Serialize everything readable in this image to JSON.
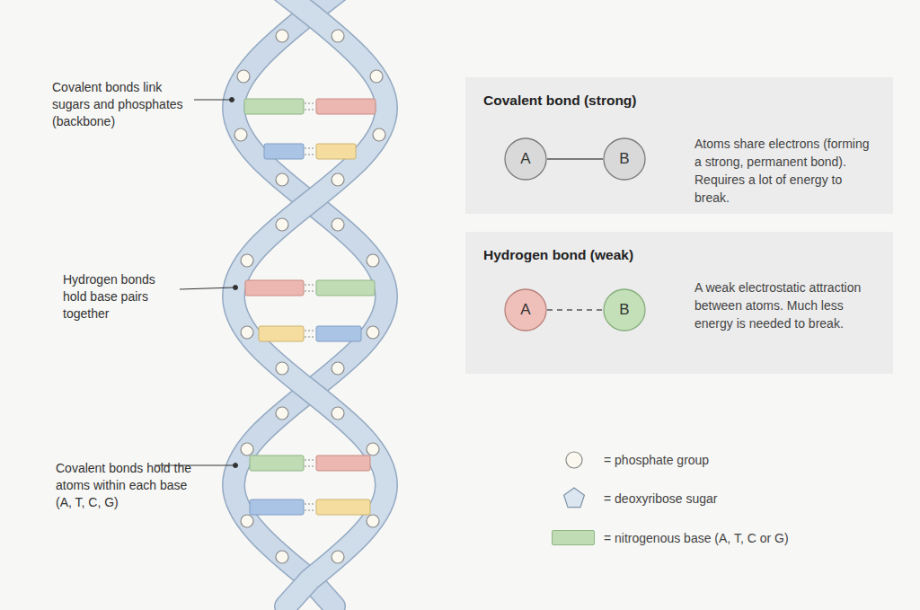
{
  "diagram": {
    "nodes": [
      {
        "text": [
          "Covalent bond (strong)",
          "Atoms share electrons (forming a strong, permanent bond). Requires a lot of energy to break."
        ]
      },
      {
        "text": [
          "A"
        ],
        "in": 0
      },
      {
        "text": [
          "B"
        ],
        "in": 0
      },
      {
        "text": [
          "Hydrogen bond (weak)",
          "A weak electrostatic attraction between atoms. Much less energy is needed to break."
        ]
      },
      {
        "text": [
          "A"
        ],
        "in": 3
      },
      {
        "text": [
          "B"
        ],
        "in": 3
      }
    ],
    "edges": [
      {
        "from": 1,
        "to": 2,
        "arrow": "none"
      },
      {
        "from": 4,
        "to": 5,
        "arrow": "none"
      }
    ],
    "labels": [
      "Covalent bonds link sugars and phosphates (backbone)",
      "Hydrogen bonds hold base pairs together",
      "Covalent bonds hold the atoms within each base (A, T, C, G)"
    ],
    "legend": [
      {
        "text": "= phosphate group"
      },
      {
        "text": "= deoxyribose sugar"
      },
      {
        "text": "= nitrogenous base (A, T, C or G)",
        "color": "#bfdcb4"
      }
    ]
  }
}
